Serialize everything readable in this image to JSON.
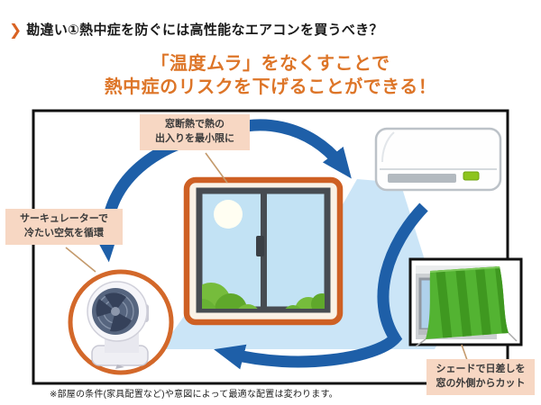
{
  "header": {
    "text": "勘違い①熱中症を防ぐには高性能なエアコンを買うべき？",
    "chevron": "❯"
  },
  "title": {
    "line1": "「温度ムラ」をなくすことで",
    "line2": "熱中症のリスクを下げることができる！"
  },
  "diagram": {
    "labels": {
      "window": {
        "line1": "窓断熱で熱の",
        "line2": "出入りを最小限に"
      },
      "circulator": {
        "line1": "サーキュレーターで",
        "line2": "冷たい空気を循環"
      },
      "shade": {
        "line1": "シェードで日差しを",
        "line2": "窓の外側からカット"
      }
    },
    "icons": {
      "chevron": "orange-chevron-icon",
      "window": "window-with-sun-and-bushes-illustration",
      "air_conditioner": "wall-mounted-air-conditioner-illustration",
      "circulator": "circulator-fan-illustration",
      "shade": "green-striped-shade-illustration",
      "arrows": "air-circulation-cycle-arrows"
    },
    "colors": {
      "arrow_blue": "#1e5fa8",
      "cool_air_blue": "#cbe5f7",
      "accent_orange": "#ce6024",
      "title_orange": "#dd7528",
      "label_background": "#f7d7c3",
      "shade_green": "#53b332"
    }
  },
  "note": {
    "text": "※部屋の条件(家具配置など)や意図によって最適な配置は変わります。"
  }
}
